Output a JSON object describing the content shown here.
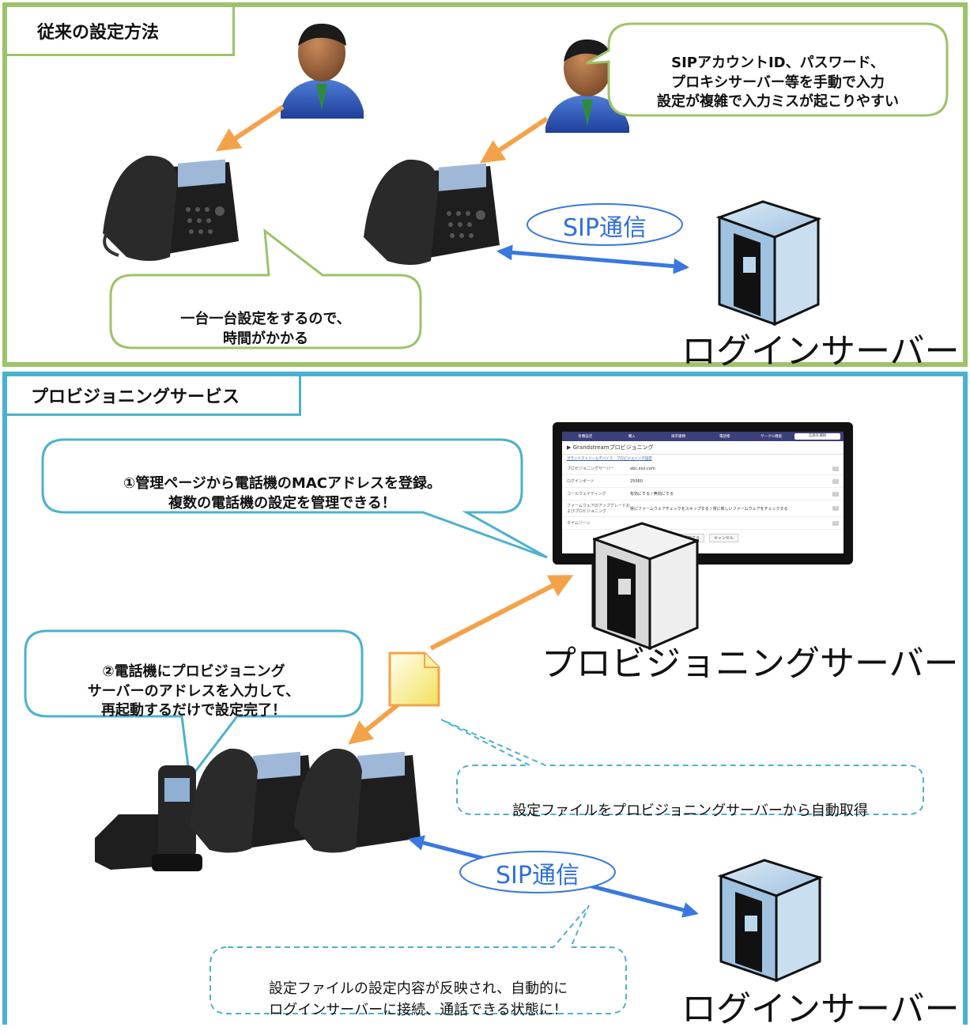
{
  "sections": {
    "top": {
      "title": "従来の設定方法",
      "callout_manual_entry": "SIPアカウントID、パスワード、\nプロキシサーバー等を手動で入力\n設定が複雑で入力ミスが起こりやすい",
      "callout_time": "一台一台設定をするので、\n時間がかかる",
      "sip_label": "SIP通信",
      "login_server_label": "ログインサーバー"
    },
    "bottom": {
      "title": "プロビジョニングサービス",
      "callout_step1": "①管理ページから電話機のMACアドレスを登録。\n複数の電話機の設定を管理できる！",
      "callout_step2": "②電話機にプロビジョニング\nサーバーのアドレスを入力して、\n再起動するだけで設定完了！",
      "provisioning_server_label": "プロビジョニングサーバー",
      "auto_fetch_note": "設定ファイルをプロビジョニングサーバーから自動取得",
      "result_note": "設定ファイルの設定内容が反映され、自動的に\nログインサーバーに接続、通話できる状態に！",
      "sip_label": "SIP通信",
      "login_server_label": "ログインサーバー"
    }
  },
  "admin_screenshot": {
    "nav": [
      "各種設定",
      "購入",
      "請求書類",
      "電話帳",
      "サークル機能"
    ],
    "lang_select": "言語を選択",
    "title": "▶ Grandstreamプロビジョニング",
    "links": "グランドストリームデバイス　プロビジョニング設定",
    "rows": [
      {
        "key": "プロビジョニングサーバー",
        "value": "abc.xxx.com"
      },
      {
        "key": "ログインポート",
        "value": "25060"
      },
      {
        "key": "コールウェイティング",
        "value": "有効にする / 無効にする"
      },
      {
        "key": "ファームウェアのアップグレードおよびプロビジョニング",
        "value": "常にファームウェアチェックをスキップする / 常に新しいファームウェアをチェックする"
      },
      {
        "key": "タイムゾーン",
        "value": ""
      }
    ],
    "save_button": "変更を保存する",
    "cancel_button": "キャンセル"
  },
  "colors": {
    "green": "#9dc36a",
    "blue_frame": "#4bb1cf",
    "orange_arrow": "#f4a24a",
    "blue_arrow": "#3a78e0",
    "server_blue": "#b7d3ea"
  }
}
